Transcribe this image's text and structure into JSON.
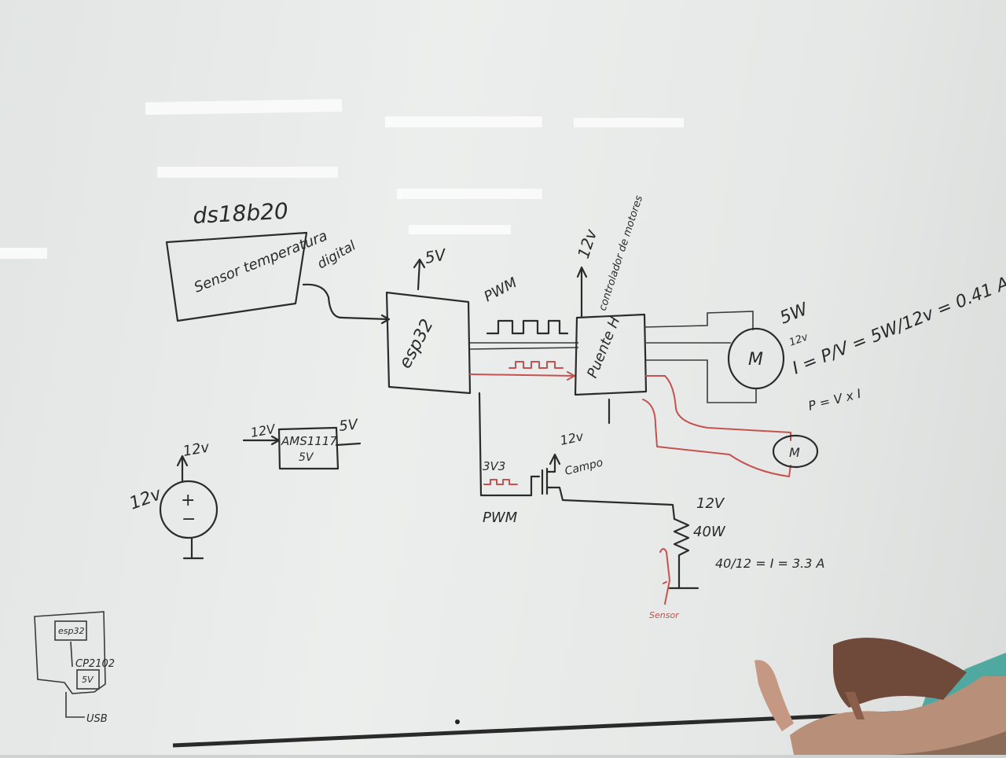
{
  "diagram": {
    "sensor_chip": "ds18b20",
    "sensor_block": "Sensor temperatura",
    "sensor_signal": "digital",
    "mcu": "esp32",
    "mcu_supply": "5V",
    "pwm_top": "PWM",
    "driver_supply": "12v",
    "driver_note": "controlador de motores",
    "driver": "Puente H",
    "motor_label": "M",
    "motor_power": "5W",
    "motor_voltage": "12v",
    "formula_current": "I = P/V = 5W/12v = 0.41 A",
    "formula_power": "P = V x I",
    "regulator": "AMS1117",
    "regulator_out": "5V",
    "regulator_in_label": "12V",
    "regulator_out_label": "5V",
    "source_left_label": "12v",
    "source_top_label": "12v",
    "source_plus": "+",
    "source_minus": "−",
    "gate_voltage": "3V3",
    "pwm_bottom": "PWM",
    "fet_supply": "12v",
    "fet_note": "Campo",
    "heater_voltage": "12V",
    "heater_power": "40W",
    "heater_formula": "40/12 = I = 3.3 A",
    "heater_sensor": "Sensor",
    "usb_mcu": "esp32",
    "usb_chip": "CP2102",
    "usb_reg": "5V",
    "usb_port": "USB"
  }
}
